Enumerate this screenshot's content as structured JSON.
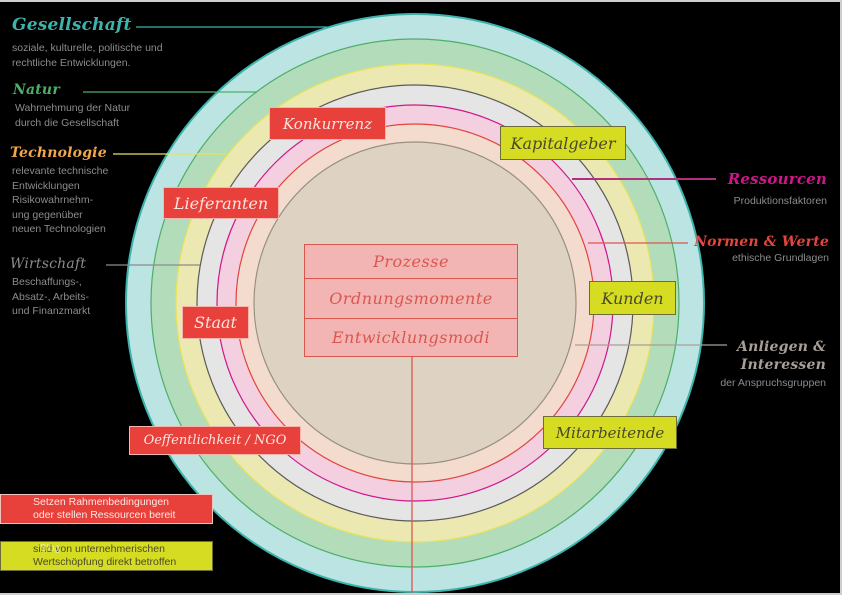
{
  "rings": [
    {
      "name": "gesellschaft",
      "fill": "#bce4e3",
      "stroke": "#3cb4ad"
    },
    {
      "name": "natur",
      "fill": "#b3dcbb",
      "stroke": "#4caf68"
    },
    {
      "name": "technologie",
      "fill": "#ece8b2",
      "stroke": "#e8e35a"
    },
    {
      "name": "wirtschaft",
      "fill": "#e5e5e5",
      "stroke": "#5a5a5a"
    },
    {
      "name": "ressourcen",
      "fill": "#f3cfe0",
      "stroke": "#d0168b"
    },
    {
      "name": "normen-werte",
      "fill": "#f3dccd",
      "stroke": "#e2453e"
    },
    {
      "name": "anliegen-interessen",
      "fill": "#ded3c2",
      "stroke": "#9a8d82"
    }
  ],
  "left_annotations": [
    {
      "title": "Gesellschaft",
      "color": "#3cb4ad",
      "lines": [
        "soziale, kulturelle, politische und",
        "rechtliche Entwicklungen."
      ]
    },
    {
      "title": "Natur",
      "color": "#4caf68",
      "lines": [
        "Wahrnehmung der Natur",
        "durch die Gesellschaft"
      ]
    },
    {
      "title": "Technologie",
      "color": "#f0a64a",
      "lines": [
        "relevante technische",
        "Entwicklungen",
        "Risikowahrnehm-",
        "ung gegenüber",
        "neuen Technologien"
      ]
    },
    {
      "title": "Wirtschaft",
      "color": "#8c8c8c",
      "lines": [
        "Beschaffungs-,",
        "Absatz-, Arbeits-",
        "und Finanzmarkt"
      ]
    }
  ],
  "right_annotations": [
    {
      "title": "Ressourcen",
      "color": "#d0168b",
      "lines": [
        "Produktionsfaktoren"
      ]
    },
    {
      "title": "Normen & Werte",
      "color": "#e2453e",
      "lines": [
        "ethische Grundlagen"
      ]
    },
    {
      "title_lines": [
        "Anliegen &",
        "Interessen"
      ],
      "color": "#a89f96",
      "lines": [
        "der Anspruchsgruppen"
      ]
    }
  ],
  "connector_colors": {
    "gesellschaft": "#3cb4ad",
    "natur": "#4caf68",
    "technologie": "#e8e35a",
    "wirtschaft": "#8c8c8c",
    "ressourcen": "#b0307f",
    "normen": "#d9574f",
    "anliegen": "#a89f96",
    "center": "#d9574f"
  },
  "stakeholders": {
    "konkurrenz": "Konkurrenz",
    "kapitalgeber": "Kapitalgeber",
    "lieferanten": "Lieferanten",
    "staat": "Staat",
    "kunden": "Kunden",
    "mitarbeitende": "Mitarbeitende",
    "oeffentlichkeit": "Oeffentlichkeit / NGO"
  },
  "center_box": {
    "rows": [
      "Prozesse",
      "Ordnungsmomente",
      "Entwicklungsmodi"
    ]
  },
  "legend": [
    {
      "kind": "red",
      "lines": [
        "Setzen Rahmenbedingungen",
        "oder stellen Ressourcen bereit"
      ]
    },
    {
      "kind": "lime",
      "lines": [
        "sind von unternehmerischen",
        "Wertschöpfung direkt betroffen"
      ]
    }
  ],
  "watermark": "Blog"
}
